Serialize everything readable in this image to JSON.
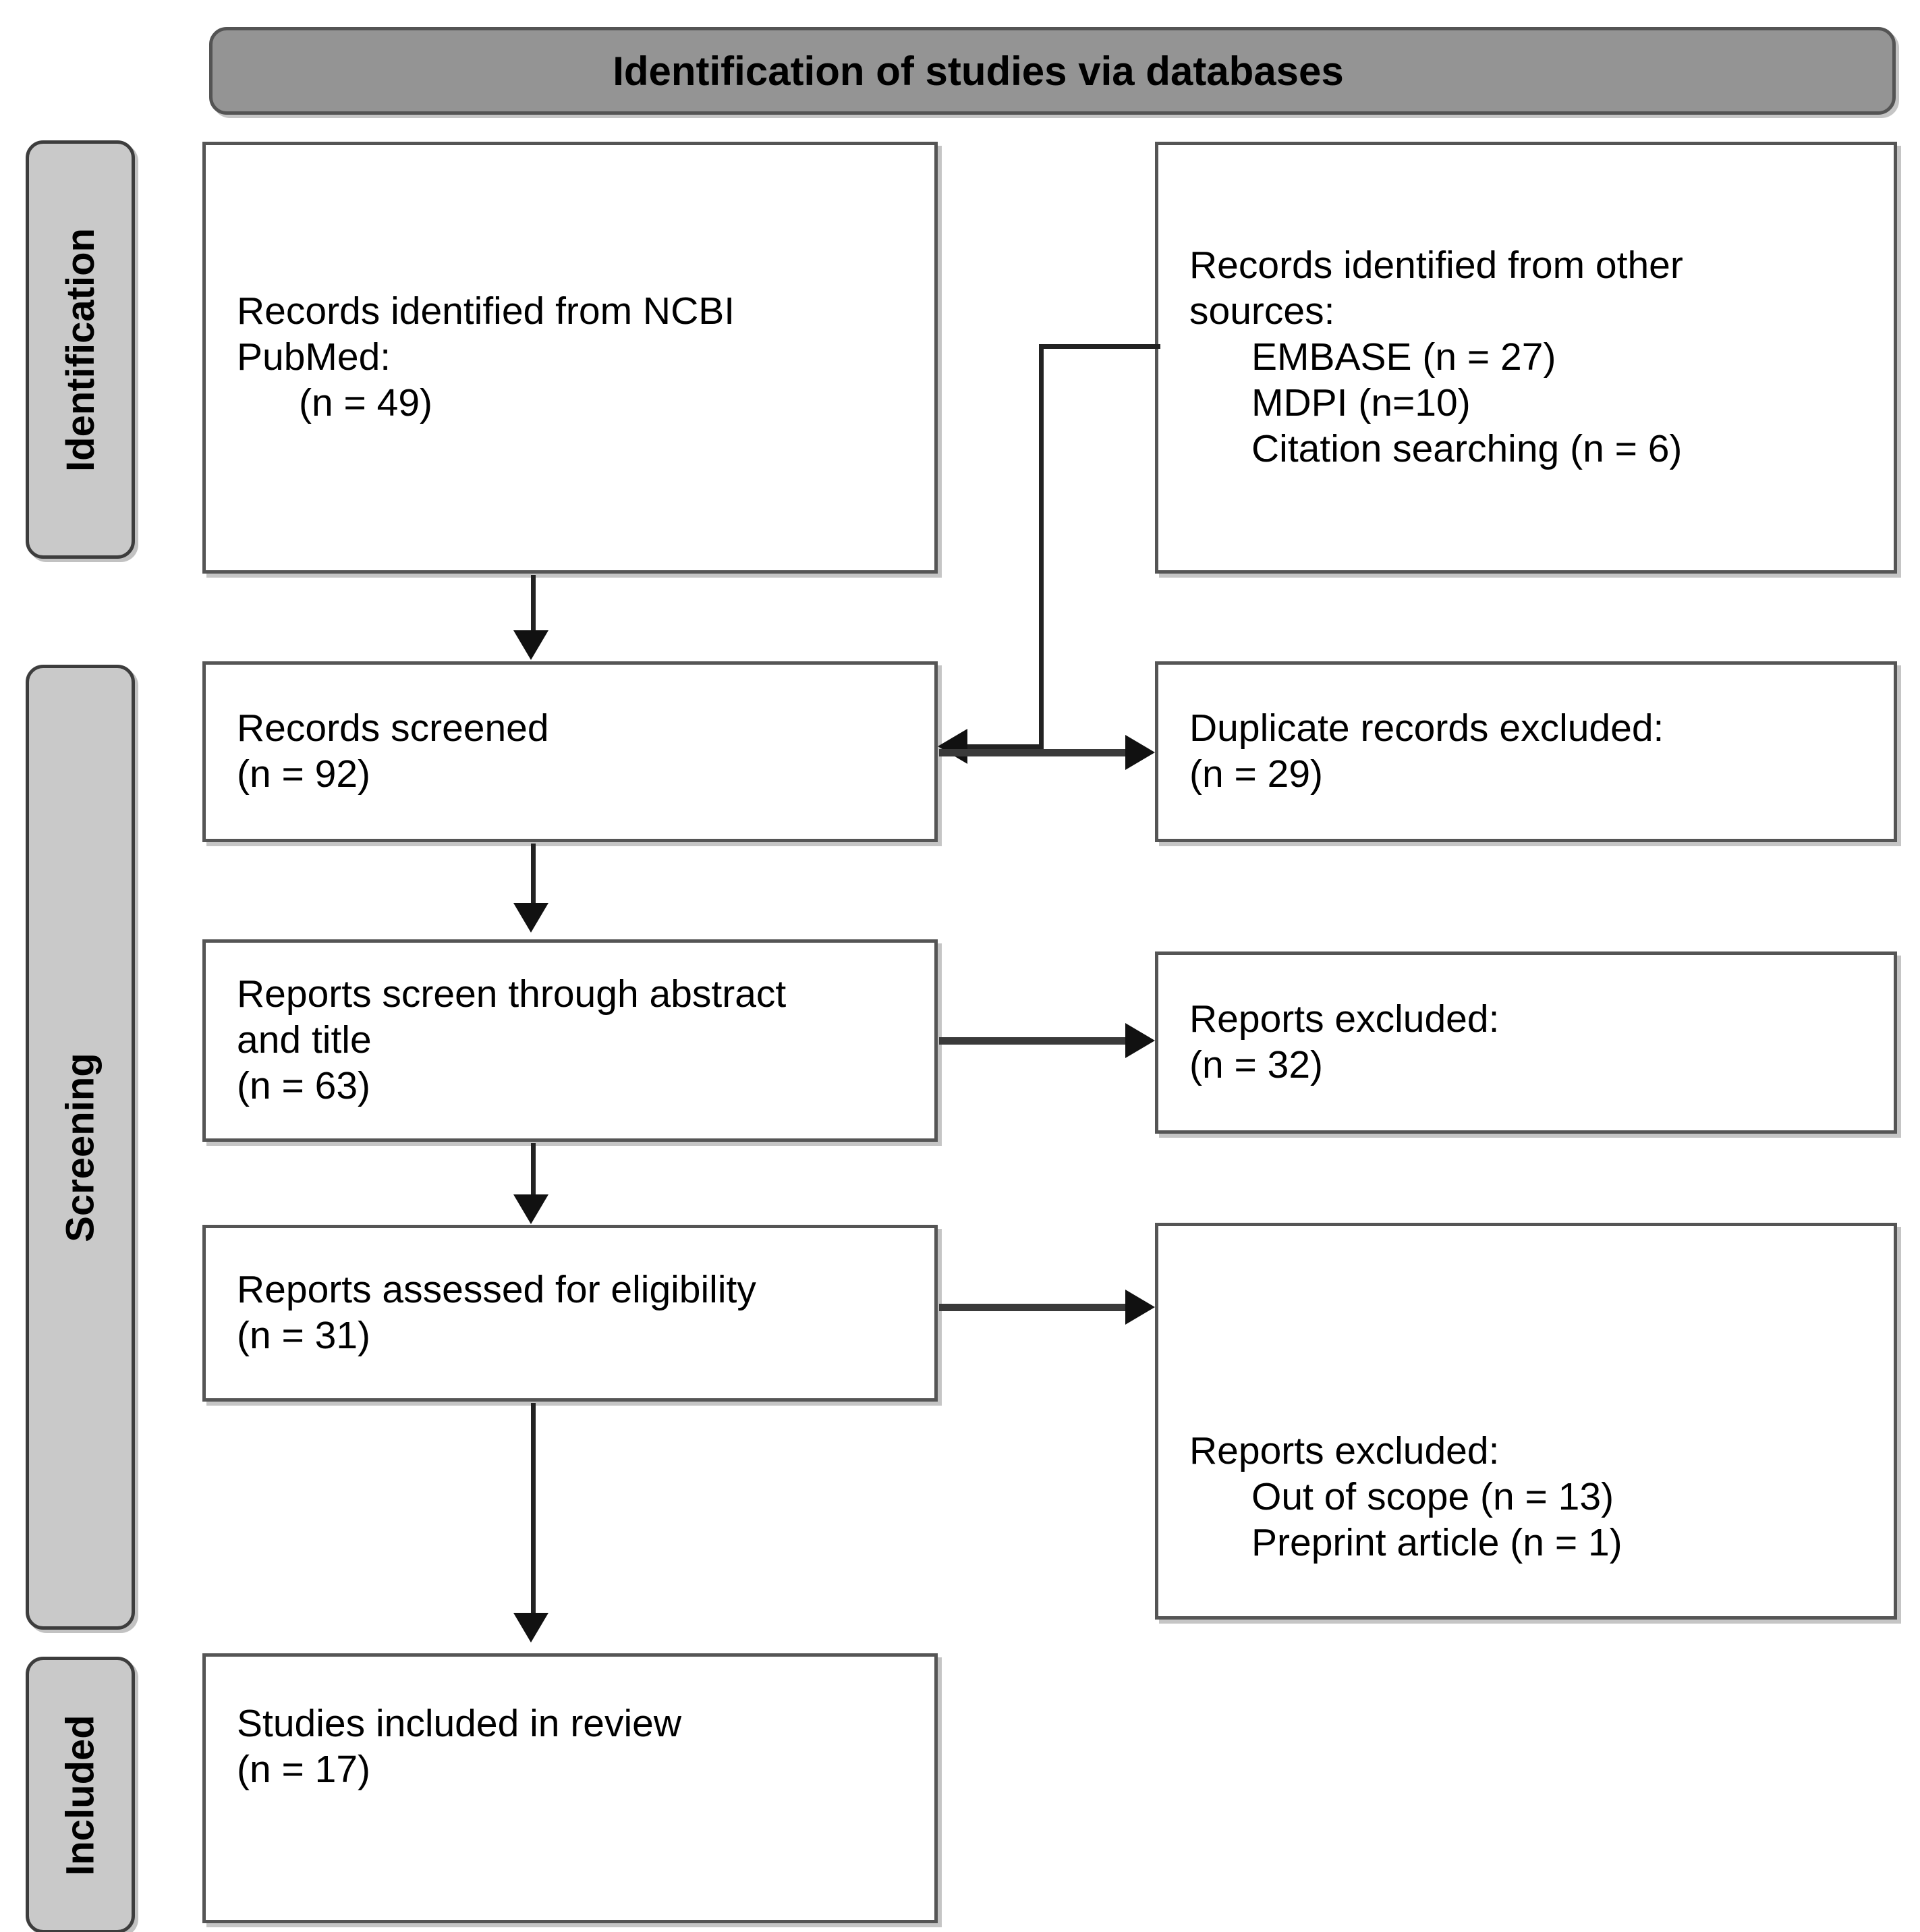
{
  "banner": {
    "title": "Identification of studies via databases"
  },
  "phases": [
    {
      "id": "identification",
      "label": "Identification"
    },
    {
      "id": "screening",
      "label": "Screening"
    },
    {
      "id": "included",
      "label": "Included"
    }
  ],
  "nodes": {
    "records_pubmed": {
      "lines": [
        {
          "text": "Records identified from NCBI",
          "indent": false
        },
        {
          "text": "PubMed:",
          "indent": false
        },
        {
          "text": "(n = 49)",
          "indent": true
        }
      ]
    },
    "records_other": {
      "lines": [
        {
          "text": "Records identified from other",
          "indent": false
        },
        {
          "text": "sources:",
          "indent": false
        },
        {
          "text": "EMBASE (n = 27)",
          "indent": true
        },
        {
          "text": "MDPI (n=10)",
          "indent": true
        },
        {
          "text": "Citation searching (n = 6)",
          "indent": true
        }
      ]
    },
    "records_screened": {
      "lines": [
        {
          "text": "Records screened",
          "indent": false
        },
        {
          "text": "(n = 92)",
          "indent": false
        }
      ]
    },
    "duplicates_excluded": {
      "lines": [
        {
          "text": "Duplicate records excluded:",
          "indent": false
        },
        {
          "text": "(n = 29)",
          "indent": false
        }
      ]
    },
    "reports_screened_abstract": {
      "lines": [
        {
          "text": "Reports screen through abstract",
          "indent": false
        },
        {
          "text": "and title",
          "indent": false
        },
        {
          "text": "(n = 63)",
          "indent": false
        }
      ]
    },
    "reports_excluded_abstract": {
      "lines": [
        {
          "text": "Reports excluded:",
          "indent": false
        },
        {
          "text": "(n = 32)",
          "indent": false
        }
      ]
    },
    "reports_eligibility": {
      "lines": [
        {
          "text": "Reports assessed for eligibility",
          "indent": false
        },
        {
          "text": "(n = 31)",
          "indent": false
        }
      ]
    },
    "reports_excluded_eligibility": {
      "lines": [
        {
          "text": "Reports excluded:",
          "indent": false
        },
        {
          "text": "Out of scope (n = 13)",
          "indent": true
        },
        {
          "text": "Preprint article (n = 1)",
          "indent": true
        }
      ]
    },
    "studies_included": {
      "lines": [
        {
          "text": "Studies included in review",
          "indent": false
        },
        {
          "text": "(n = 17)",
          "indent": false
        }
      ]
    }
  },
  "chart_data": {
    "type": "diagram",
    "title": "PRISMA flow diagram — Identification of studies via databases",
    "counts": {
      "records_identified_ncbi_pubmed": 49,
      "records_identified_embase": 27,
      "records_identified_mdpi": 10,
      "records_identified_citation_searching": 6,
      "records_screened": 92,
      "duplicate_records_excluded": 29,
      "reports_screened_through_abstract_and_title": 63,
      "reports_excluded_after_abstract_title": 32,
      "reports_assessed_for_eligibility": 31,
      "reports_excluded_out_of_scope": 13,
      "reports_excluded_preprint_article": 1,
      "studies_included_in_review": 17
    },
    "phases": [
      "Identification",
      "Screening",
      "Included"
    ],
    "flows": [
      {
        "from": "records_pubmed",
        "to": "records_screened"
      },
      {
        "from": "records_other",
        "to": "records_screened"
      },
      {
        "from": "records_screened",
        "to": "duplicates_excluded"
      },
      {
        "from": "records_screened",
        "to": "reports_screened_abstract"
      },
      {
        "from": "reports_screened_abstract",
        "to": "reports_excluded_abstract"
      },
      {
        "from": "reports_screened_abstract",
        "to": "reports_eligibility"
      },
      {
        "from": "reports_eligibility",
        "to": "reports_excluded_eligibility"
      },
      {
        "from": "reports_eligibility",
        "to": "studies_included"
      }
    ],
    "colors": {
      "phase_bar_fill": "#c9c9c9",
      "banner_fill": "#949494",
      "box_fill": "#ffffff",
      "border": "#555555",
      "text": "#000000"
    }
  }
}
